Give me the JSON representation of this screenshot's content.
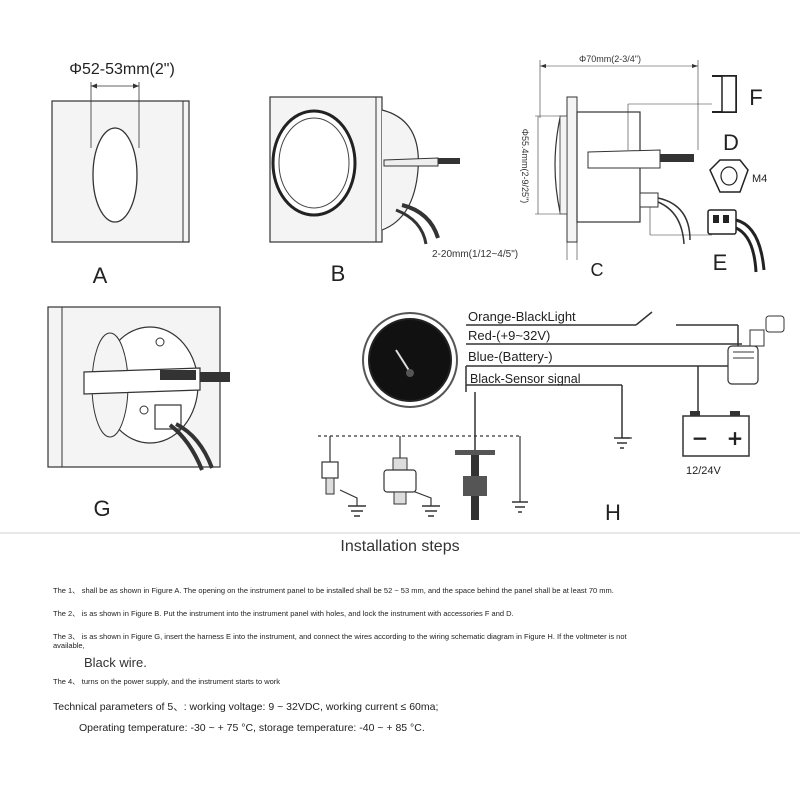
{
  "figure_labels": {
    "a": "A",
    "b": "B",
    "c": "C",
    "d": "D",
    "e": "E",
    "f": "F",
    "g": "G",
    "h": "H"
  },
  "dimensions": {
    "opening": "Φ52-53mm(2\")",
    "depth": "Φ70mm(2-3/4\")",
    "diameter": "Φ55.4mm(2-9/25\")",
    "panel_thickness": "2-20mm(1/12~4/5\")",
    "nut": "M4"
  },
  "wiring": {
    "orange": "Orange-BlackLight",
    "red": "Red-(+9~32V)",
    "blue": "Blue-(Battery-)",
    "black": "Black-Sensor signal",
    "battery": "12/24V",
    "battery_minus": "−",
    "battery_plus": "+"
  },
  "instructions": {
    "title": "Installation steps",
    "step1": "The 1、 shall be as shown in Figure A. The opening on the instrument panel to be installed shall be 52 ~ 53 mm, and the space behind the panel shall be at least 70 mm.",
    "step2": "The 2、 is as shown in Figure B. Put the instrument into the instrument panel with holes, and lock the instrument with accessories F and D.",
    "step3a": "The 3、 is as shown in Figure G, insert the harness E into the instrument, and connect the wires according to the wiring schematic diagram in Figure H. If the voltmeter is not",
    "step3b": "available,",
    "step3c": "Black wire.",
    "step4": "The 4、 turns on the power supply, and the instrument starts to work",
    "tech1": "Technical parameters of 5、: working voltage: 9 ~ 32VDC, working current ≤ 60ma;",
    "tech2": "Operating temperature: -30 ~ + 75 °C, storage temperature: -40 ~ + 85 °C."
  }
}
